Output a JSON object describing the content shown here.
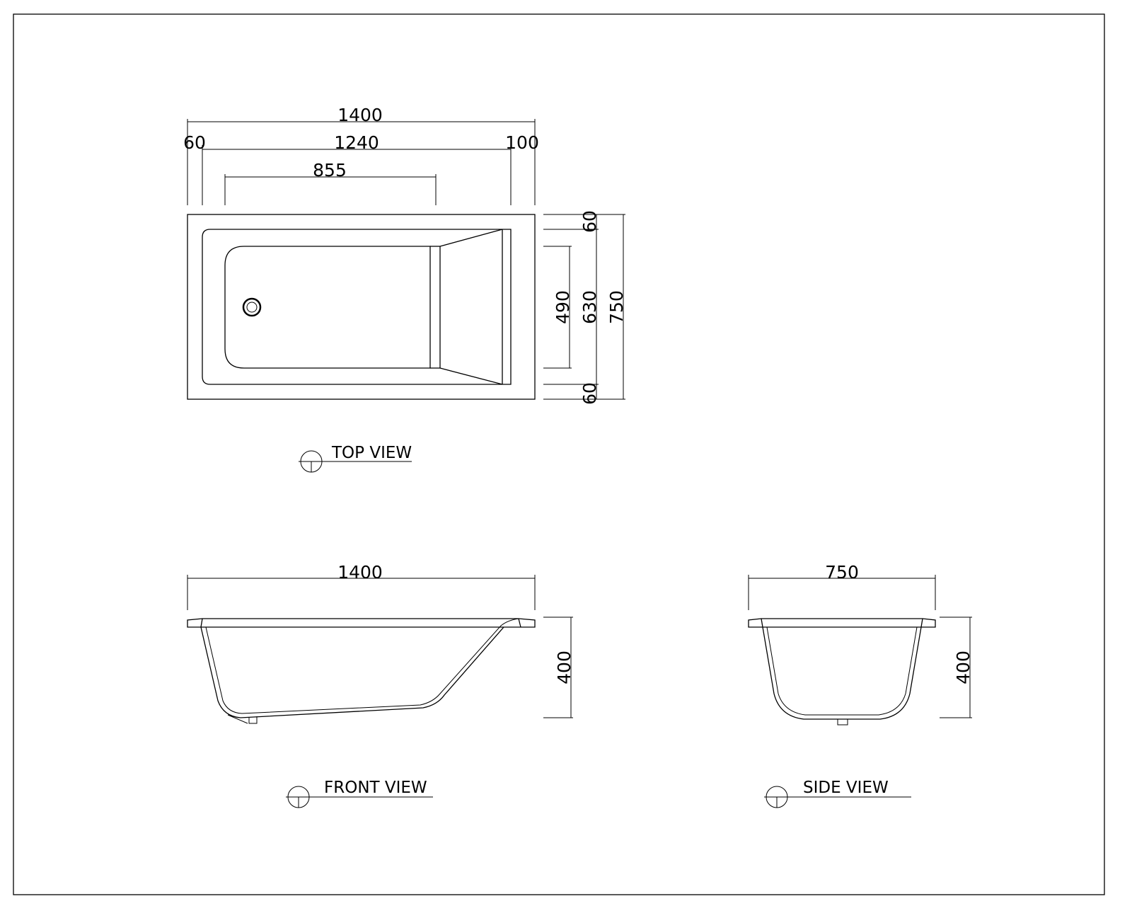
{
  "top_view": {
    "label": "TOP VIEW",
    "dims": {
      "overall_length": "1400",
      "left_rim": "60",
      "inner_length": "1240",
      "right_rim": "100",
      "basin_length": "855",
      "top_rim": "60",
      "basin_width": "490",
      "inner_width": "630",
      "overall_width": "750",
      "bottom_rim": "60"
    }
  },
  "front_view": {
    "label": "FRONT VIEW",
    "dims": {
      "length": "1400",
      "height": "400"
    }
  },
  "side_view": {
    "label": "SIDE VIEW",
    "dims": {
      "width": "750",
      "height": "400"
    }
  }
}
